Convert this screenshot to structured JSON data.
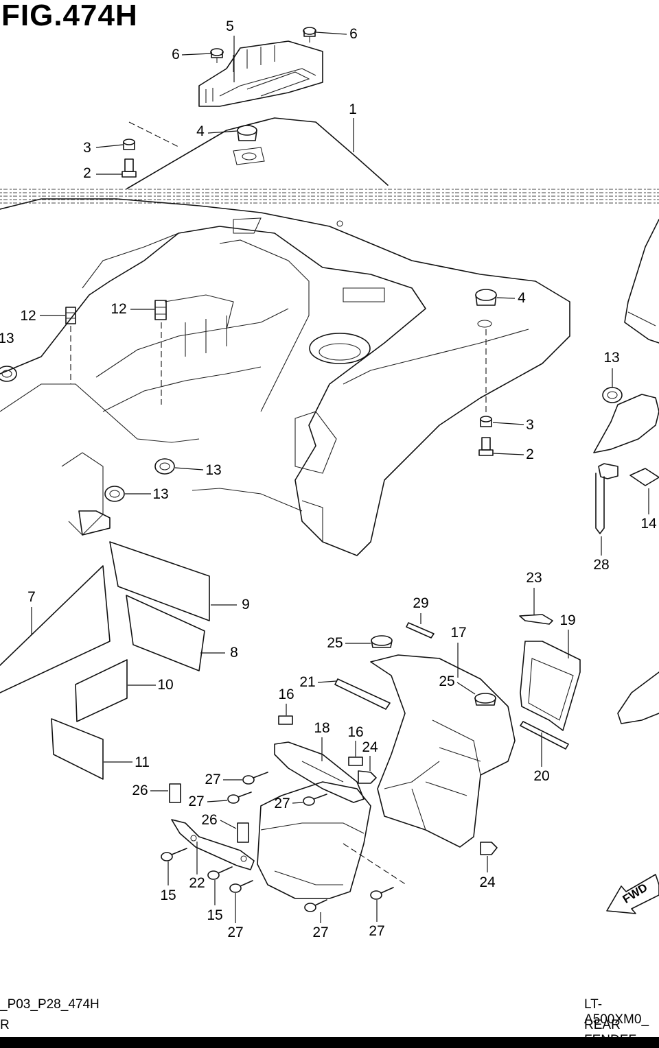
{
  "figure": {
    "title": "FIG.474H",
    "footer_left_line1": "_P03_P28_474H",
    "footer_left_line2": "R",
    "footer_right_line1": "LT-A500XM0_",
    "footer_right_line2": "REAR FENDEF",
    "fwd_label": "FWD"
  },
  "callouts": {
    "c1": "1",
    "c2a": "2",
    "c2b": "2",
    "c3a": "3",
    "c3b": "3",
    "c4a": "4",
    "c4b": "4",
    "c5": "5",
    "c6a": "6",
    "c6b": "6",
    "c7": "7",
    "c8": "8",
    "c9": "9",
    "c10": "10",
    "c11": "11",
    "c12a": "12",
    "c12b": "12",
    "c13a": "13",
    "c13b": "13",
    "c13c": "13",
    "c13d": "13",
    "c14": "14",
    "c15a": "15",
    "c15b": "15",
    "c16a": "16",
    "c16b": "16",
    "c17": "17",
    "c18": "18",
    "c19": "19",
    "c20": "20",
    "c21": "21",
    "c22": "22",
    "c23": "23",
    "c24a": "24",
    "c24b": "24",
    "c25a": "25",
    "c25b": "25",
    "c26a": "26",
    "c26b": "26",
    "c27a": "27",
    "c27b": "27",
    "c27c": "27",
    "c27d": "27",
    "c27e": "27",
    "c27f": "27",
    "c28": "28",
    "c29": "29"
  }
}
